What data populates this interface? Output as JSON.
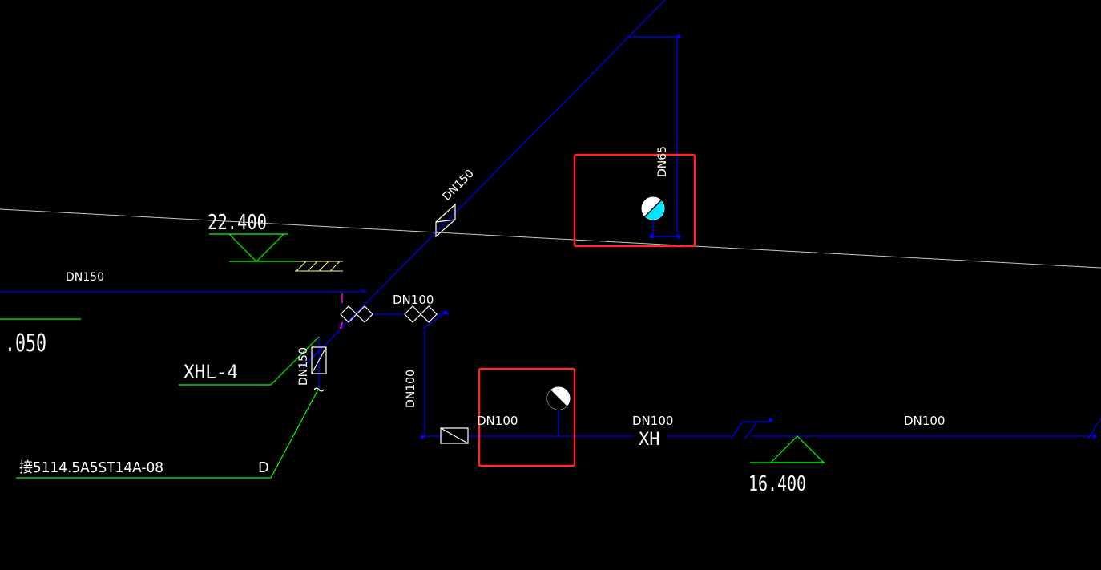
{
  "colors": {
    "background": "#000000",
    "pipe": "#0000ff",
    "leader": "#00ff00",
    "grid_line": "#c8c8c8",
    "text": "#ffffff",
    "highlight": "#ff2a1a",
    "hatch": "#ffff80",
    "gauge_fill_cyan": "#00e5ff",
    "marker_magenta": "#ff00ff"
  },
  "labels": {
    "pipe_dn150_riser": "DN150",
    "pipe_dn65": "DN65",
    "elevation_upper": "22.400",
    "pipe_dn150_horizontal": "DN150",
    "elevation_left_partial": ".050",
    "pipe_dn100_top": "DN100",
    "riser_id": "XHL-4",
    "pipe_dn150_vertical": "DN150",
    "pipe_dn100_vertical": "DN100",
    "pipe_dn100_lower_a": "DN100",
    "pipe_dn100_lower_b": "DN100",
    "pipe_dn100_lower_c": "DN100",
    "xh_code": "XH",
    "elevation_lower": "16.400",
    "reference_note": "接5114.5A5ST14A-08",
    "reference_suffix": "D"
  },
  "icons": {
    "pressure_gauge_upper": "pressure-gauge-icon",
    "pressure_gauge_lower": "pressure-gauge-icon",
    "valve_riser": "valve-icon",
    "valve_pair_left": "double-valve-icon",
    "valve_pair_right": "double-valve-icon",
    "check_valve_lower": "check-valve-icon",
    "check_valve_vertical": "check-valve-icon",
    "elevation_marker_upper": "elevation-triangle-icon",
    "elevation_marker_lower": "elevation-triangle-icon",
    "break_symbol": "pipe-break-icon"
  }
}
